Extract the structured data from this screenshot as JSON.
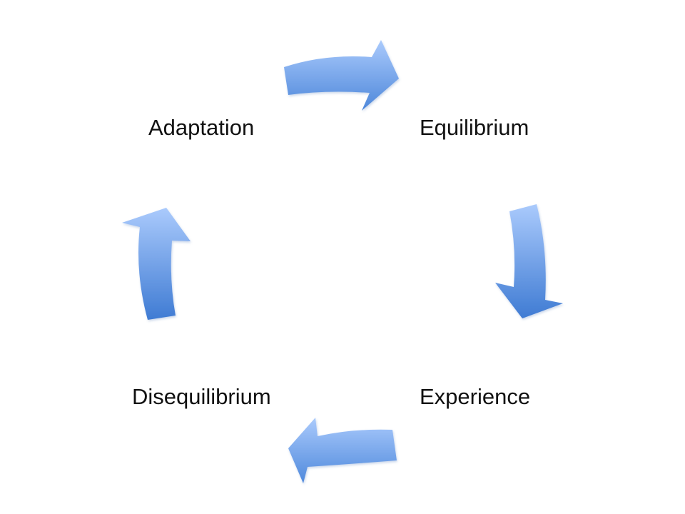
{
  "diagram": {
    "type": "cycle",
    "nodes": [
      {
        "id": "equilibrium",
        "label": "Equilibrium"
      },
      {
        "id": "experience",
        "label": "Experience"
      },
      {
        "id": "disequilibrium",
        "label": "Disequilibrium"
      },
      {
        "id": "adaptation",
        "label": "Adaptation"
      }
    ],
    "edges": [
      {
        "from": "adaptation",
        "to": "equilibrium"
      },
      {
        "from": "equilibrium",
        "to": "experience"
      },
      {
        "from": "experience",
        "to": "disequilibrium"
      },
      {
        "from": "disequilibrium",
        "to": "adaptation"
      }
    ],
    "colors": {
      "arrow_light": "#a9c8fb",
      "arrow_dark": "#3f7fd6",
      "text": "#111111",
      "background": "#ffffff"
    }
  }
}
